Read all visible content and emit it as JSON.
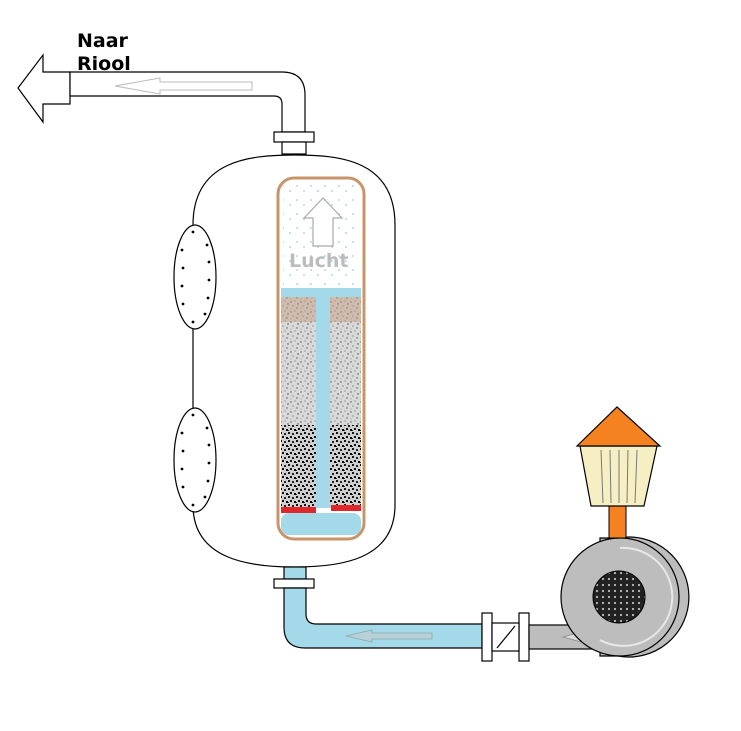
{
  "labels": {
    "outlet_line1": "Naar",
    "outlet_line2": "Riool",
    "air": "Lucht"
  },
  "colors": {
    "water": "#a3d9e8",
    "tank_inner_border": "#c8956a",
    "filter_plate": "#e0262b",
    "strainer_hood": "#f58220",
    "strainer_body": "#f7efc4",
    "pump_body": "#bdbdbd",
    "pump_eye": "#2b2b2b",
    "air_text": "#bcbcbc"
  }
}
